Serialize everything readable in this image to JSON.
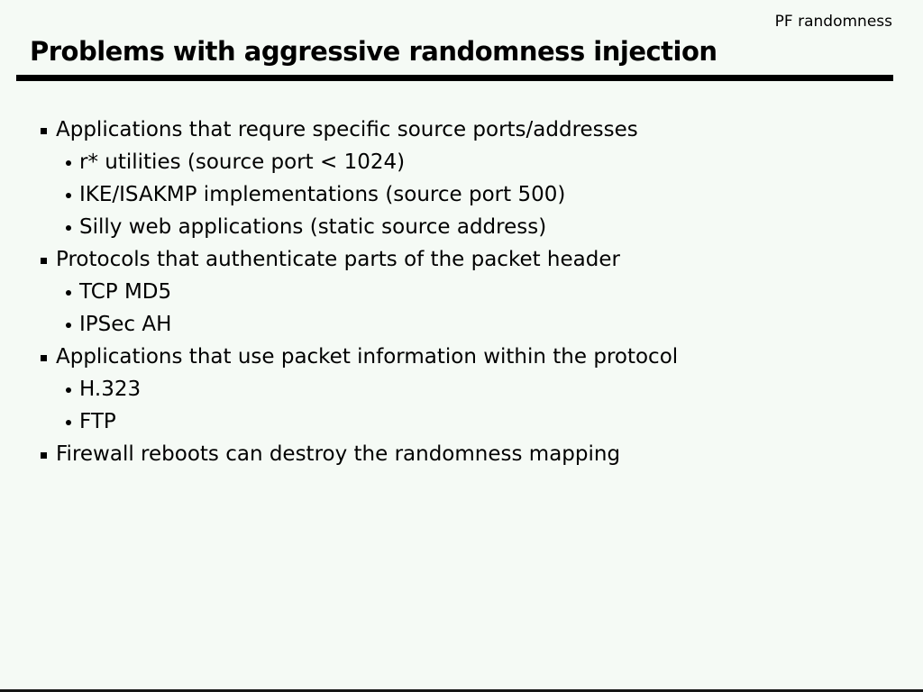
{
  "slide": {
    "corner_label": "PF randomness",
    "title": "Problems with aggressive randomness injection",
    "bullets": [
      {
        "level": 1,
        "text": "Applications that requre specific source ports/addresses"
      },
      {
        "level": 2,
        "text": "r* utilities (source port < 1024)"
      },
      {
        "level": 2,
        "text": "IKE/ISAKMP implementations (source port 500)"
      },
      {
        "level": 2,
        "text": "Silly web applications (static source address)"
      },
      {
        "level": 1,
        "text": "Protocols that authenticate parts of the packet header"
      },
      {
        "level": 2,
        "text": "TCP MD5"
      },
      {
        "level": 2,
        "text": "IPSec AH"
      },
      {
        "level": 1,
        "text": "Applications that use packet information within the protocol"
      },
      {
        "level": 2,
        "text": "H.323"
      },
      {
        "level": 2,
        "text": "FTP"
      },
      {
        "level": 1,
        "text": "Firewall reboots can destroy the randomness mapping"
      }
    ],
    "colors": {
      "background": "#f5faf5",
      "text": "#000000",
      "rule": "#000000"
    }
  }
}
